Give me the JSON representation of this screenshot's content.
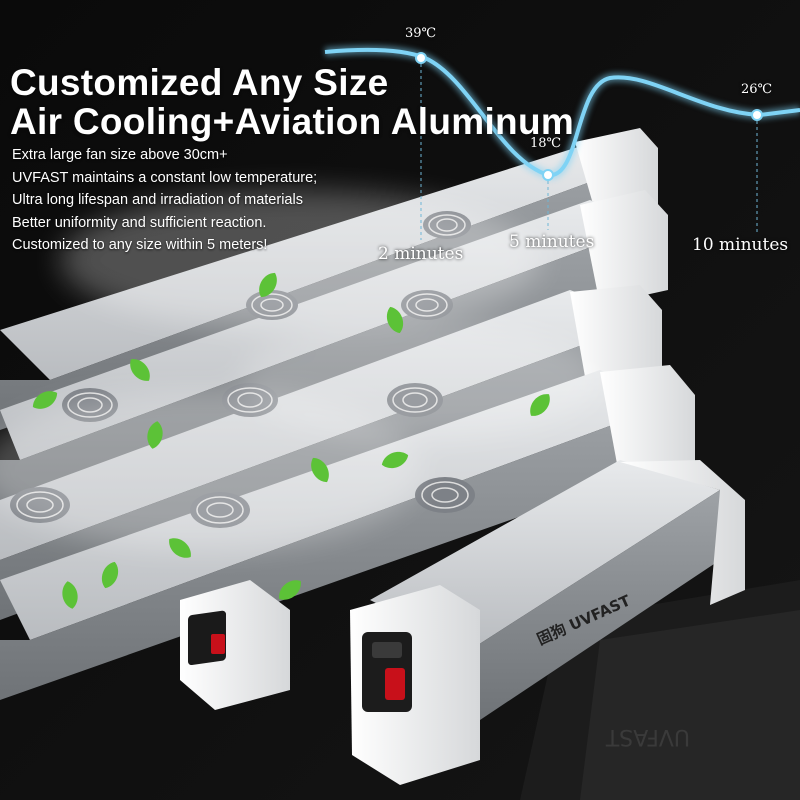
{
  "headline": {
    "line1": "Customized Any Size",
    "line2": "Air Cooling+Aviation Aluminum"
  },
  "features": [
    "Extra large fan size above 30cm+",
    "UVFAST maintains a constant low temperature;",
    "Ultra long lifespan and irradiation of materials",
    "Better uniformity and sufficient reaction.",
    "Customized to any size within 5 meters!"
  ],
  "temperature_curve": {
    "color": "#7fd3f5",
    "points": [
      {
        "temp_label": "39℃",
        "time_label": "2 minutes"
      },
      {
        "temp_label": "18℃",
        "time_label": "5 minutes"
      },
      {
        "temp_label": "26℃",
        "time_label": "10 minutes"
      }
    ]
  },
  "product": {
    "brand_logo_text": "固狗 UVFAST",
    "body_color": "#c9ccd0",
    "endcap_color": "#f2f2f2",
    "switch_color": "#c8101a",
    "fan_count": 9
  },
  "decor": {
    "leaf_color": "#5cc237"
  }
}
